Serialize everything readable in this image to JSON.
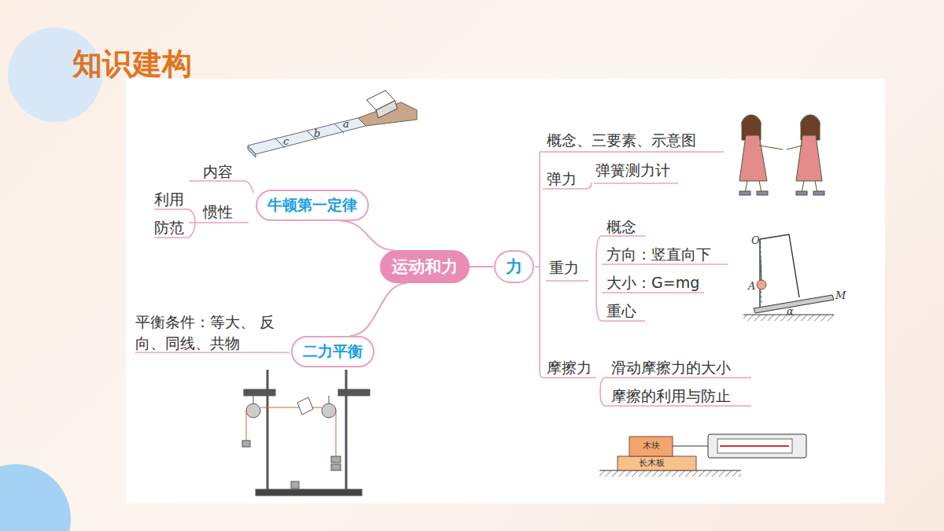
{
  "diagram": {
    "title": "知识建构",
    "nodes": [
      {
        "text": [
          "运动和力"
        ]
      },
      {
        "text": [
          "牛顿第一定律"
        ]
      },
      {
        "text": [
          "二力平衡"
        ]
      },
      {
        "text": [
          "力"
        ]
      }
    ],
    "edges": [
      {
        "from": 0,
        "to": 1,
        "arrow": "none"
      },
      {
        "from": 0,
        "to": 2,
        "arrow": "none"
      },
      {
        "from": 0,
        "to": 3,
        "arrow": "none"
      }
    ],
    "labels": [
      "内容",
      "利用",
      "惯性",
      "防范",
      "平衡条件：等大、 反向、同线、共物",
      "概念、三要素、示意图",
      "弹力",
      "弹簧测力计",
      "重力",
      "概念",
      "方向：竖直向下",
      "大小：G=mg",
      "重心",
      "摩擦力",
      "滑动摩擦力的大小",
      "摩擦的利用与防止",
      "c",
      "b",
      "a",
      "O",
      "A",
      "M",
      "α",
      "木块",
      "长木板"
    ]
  }
}
